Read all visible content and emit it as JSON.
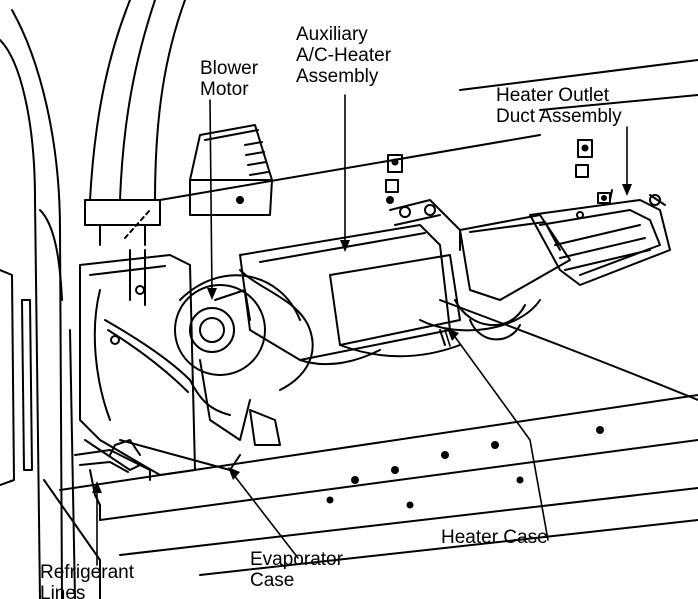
{
  "labels": {
    "blower_motor": [
      "Blower",
      "Motor"
    ],
    "auxiliary_assembly": [
      "Auxiliary",
      "A/C-Heater",
      "Assembly"
    ],
    "heater_outlet_duct": [
      "Heater Outlet",
      "Duct Assembly"
    ],
    "heater_case": [
      "Heater Case"
    ],
    "evaporator_case": [
      "Evaporator",
      "Case"
    ],
    "refrigerant_lines": [
      "Refrigerant",
      "Lines"
    ]
  }
}
